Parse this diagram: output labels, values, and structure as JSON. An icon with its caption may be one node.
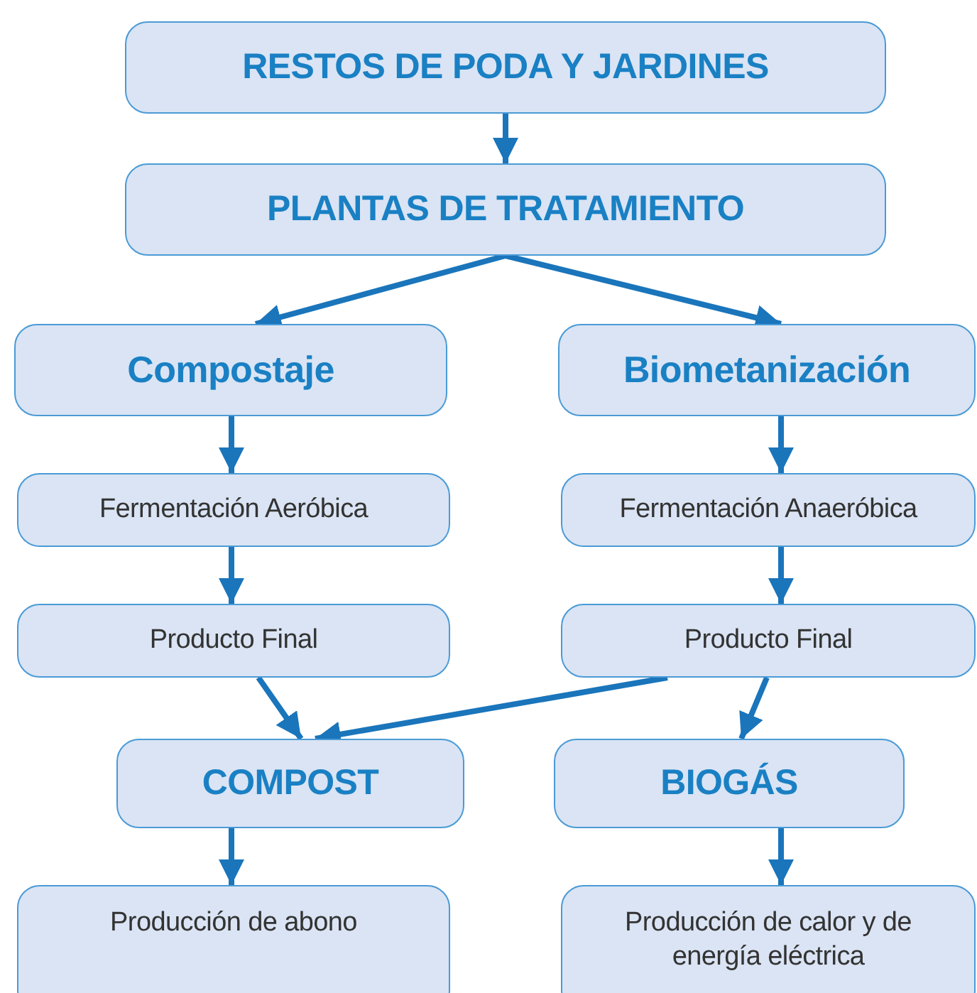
{
  "diagram": {
    "nodes": [
      {
        "text": [
          "RESTOS DE PODA Y JARDINES"
        ]
      },
      {
        "text": [
          "PLANTAS DE TRATAMIENTO"
        ]
      },
      {
        "text": [
          "Compostaje"
        ]
      },
      {
        "text": [
          "Biometanización"
        ]
      },
      {
        "text": [
          "Fermentación Aeróbica"
        ]
      },
      {
        "text": [
          "Fermentación Anaeróbica"
        ]
      },
      {
        "text": [
          "Producto Final"
        ]
      },
      {
        "text": [
          "Producto Final"
        ]
      },
      {
        "text": [
          "COMPOST"
        ]
      },
      {
        "text": [
          "BIOGÁS"
        ]
      },
      {
        "text": [
          "Producción de abono"
        ]
      },
      {
        "text": [
          "Producción de calor y de energía eléctrica"
        ]
      }
    ],
    "edges": [
      {
        "from": 0,
        "to": 1,
        "arrow": "to"
      },
      {
        "from": 1,
        "to": 2,
        "arrow": "to"
      },
      {
        "from": 1,
        "to": 3,
        "arrow": "to"
      },
      {
        "from": 2,
        "to": 4,
        "arrow": "to"
      },
      {
        "from": 3,
        "to": 5,
        "arrow": "to"
      },
      {
        "from": 4,
        "to": 6,
        "arrow": "to"
      },
      {
        "from": 5,
        "to": 7,
        "arrow": "to"
      },
      {
        "from": 6,
        "to": 8,
        "arrow": "to"
      },
      {
        "from": 7,
        "to": 8,
        "arrow": "to"
      },
      {
        "from": 7,
        "to": 9,
        "arrow": "to"
      },
      {
        "from": 8,
        "to": 10,
        "arrow": "to"
      },
      {
        "from": 9,
        "to": 11,
        "arrow": "to"
      }
    ]
  }
}
